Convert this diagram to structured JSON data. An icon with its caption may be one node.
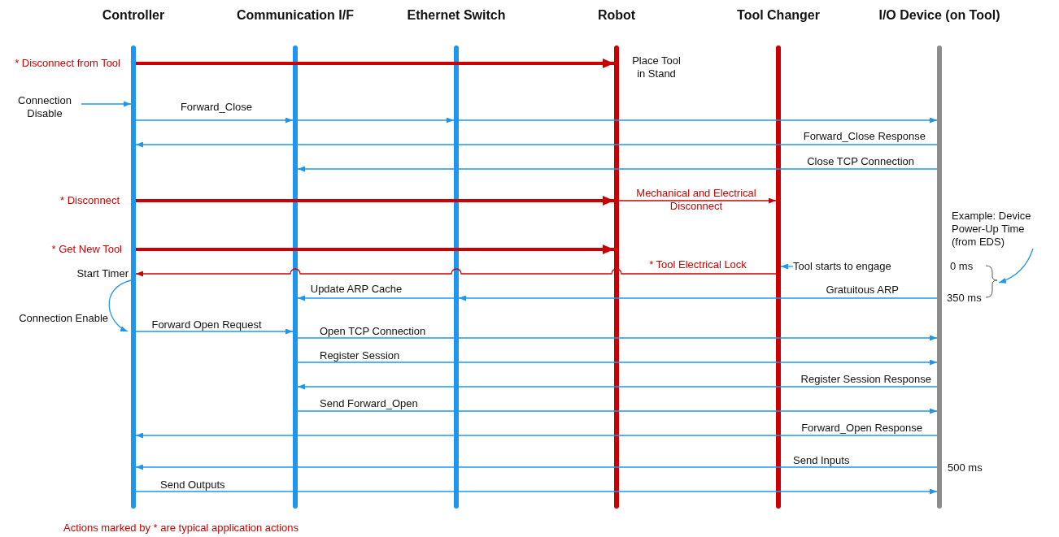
{
  "diagram": {
    "nodes": [
      {
        "text": [
          "Controller"
        ]
      },
      {
        "text": [
          "Communication I/F"
        ]
      },
      {
        "text": [
          "Ethernet Switch"
        ]
      },
      {
        "text": [
          "Robot"
        ]
      },
      {
        "text": [
          "Tool Changer"
        ]
      },
      {
        "text": [
          "I/O Device (on Tool)"
        ]
      },
      {
        "text": [
          "Connection Disable"
        ]
      },
      {
        "text": [
          "Tool starts to engage"
        ]
      },
      {
        "text": [
          "Example: Device Power-Up Time (from EDS)"
        ]
      }
    ],
    "edges": [
      {
        "from": 0,
        "to": 3,
        "arrow": "to",
        "label": "* Disconnect from Tool",
        "style": "thick",
        "color": "#cc0000"
      },
      {
        "from": 6,
        "to": 0,
        "arrow": "to"
      },
      {
        "from": 0,
        "to": 1,
        "arrow": "to",
        "label": "Forward_Close"
      },
      {
        "from": 1,
        "to": 2,
        "arrow": "to"
      },
      {
        "from": 2,
        "to": 5,
        "arrow": "to"
      },
      {
        "from": 5,
        "to": 0,
        "arrow": "to",
        "label": "Forward_Close Response"
      },
      {
        "from": 5,
        "to": 1,
        "arrow": "to",
        "label": "Close TCP Connection"
      },
      {
        "from": 0,
        "to": 3,
        "arrow": "to",
        "label": "* Disconnect",
        "style": "thick",
        "color": "#cc0000"
      },
      {
        "from": 3,
        "to": 4,
        "arrow": "to",
        "label": "Mechanical and Electrical Disconnect",
        "color": "#cc0000"
      },
      {
        "from": 0,
        "to": 3,
        "arrow": "to",
        "label": "* Get New Tool",
        "style": "thick",
        "color": "#cc0000"
      },
      {
        "from": 7,
        "to": 4,
        "arrow": "to"
      },
      {
        "from": 4,
        "to": 0,
        "arrow": "to",
        "label": "* Tool Electrical Lock",
        "color": "#cc0000"
      },
      {
        "from": 5,
        "to": 2,
        "arrow": "to",
        "label": "Gratuitous ARP"
      },
      {
        "from": 2,
        "to": 1,
        "arrow": "to",
        "label": "Update ARP Cache"
      },
      {
        "from": 0,
        "to": 0,
        "arrow": "to",
        "label": "Connection Enable"
      },
      {
        "from": 0,
        "to": 1,
        "arrow": "to",
        "label": "Forward Open Request"
      },
      {
        "from": 1,
        "to": 5,
        "arrow": "to",
        "label": "Open TCP Connection"
      },
      {
        "from": 1,
        "to": 5,
        "arrow": "to",
        "label": "Register Session"
      },
      {
        "from": 5,
        "to": 1,
        "arrow": "to",
        "label": "Register Session Response"
      },
      {
        "from": 1,
        "to": 5,
        "arrow": "to",
        "label": "Send Forward_Open"
      },
      {
        "from": 5,
        "to": 0,
        "arrow": "to",
        "label": "Forward_Open Response"
      },
      {
        "from": 5,
        "to": 0,
        "arrow": "to",
        "label": "Send Inputs"
      },
      {
        "from": 0,
        "to": 5,
        "arrow": "to",
        "label": "Send Outputs"
      },
      {
        "from": 8,
        "to": null,
        "arrow": "to"
      }
    ],
    "labels": [
      "Place Tool in Stand",
      "Start Timer",
      "0 ms",
      "350 ms",
      "500 ms",
      "Actions marked by * are typical application actions"
    ]
  }
}
